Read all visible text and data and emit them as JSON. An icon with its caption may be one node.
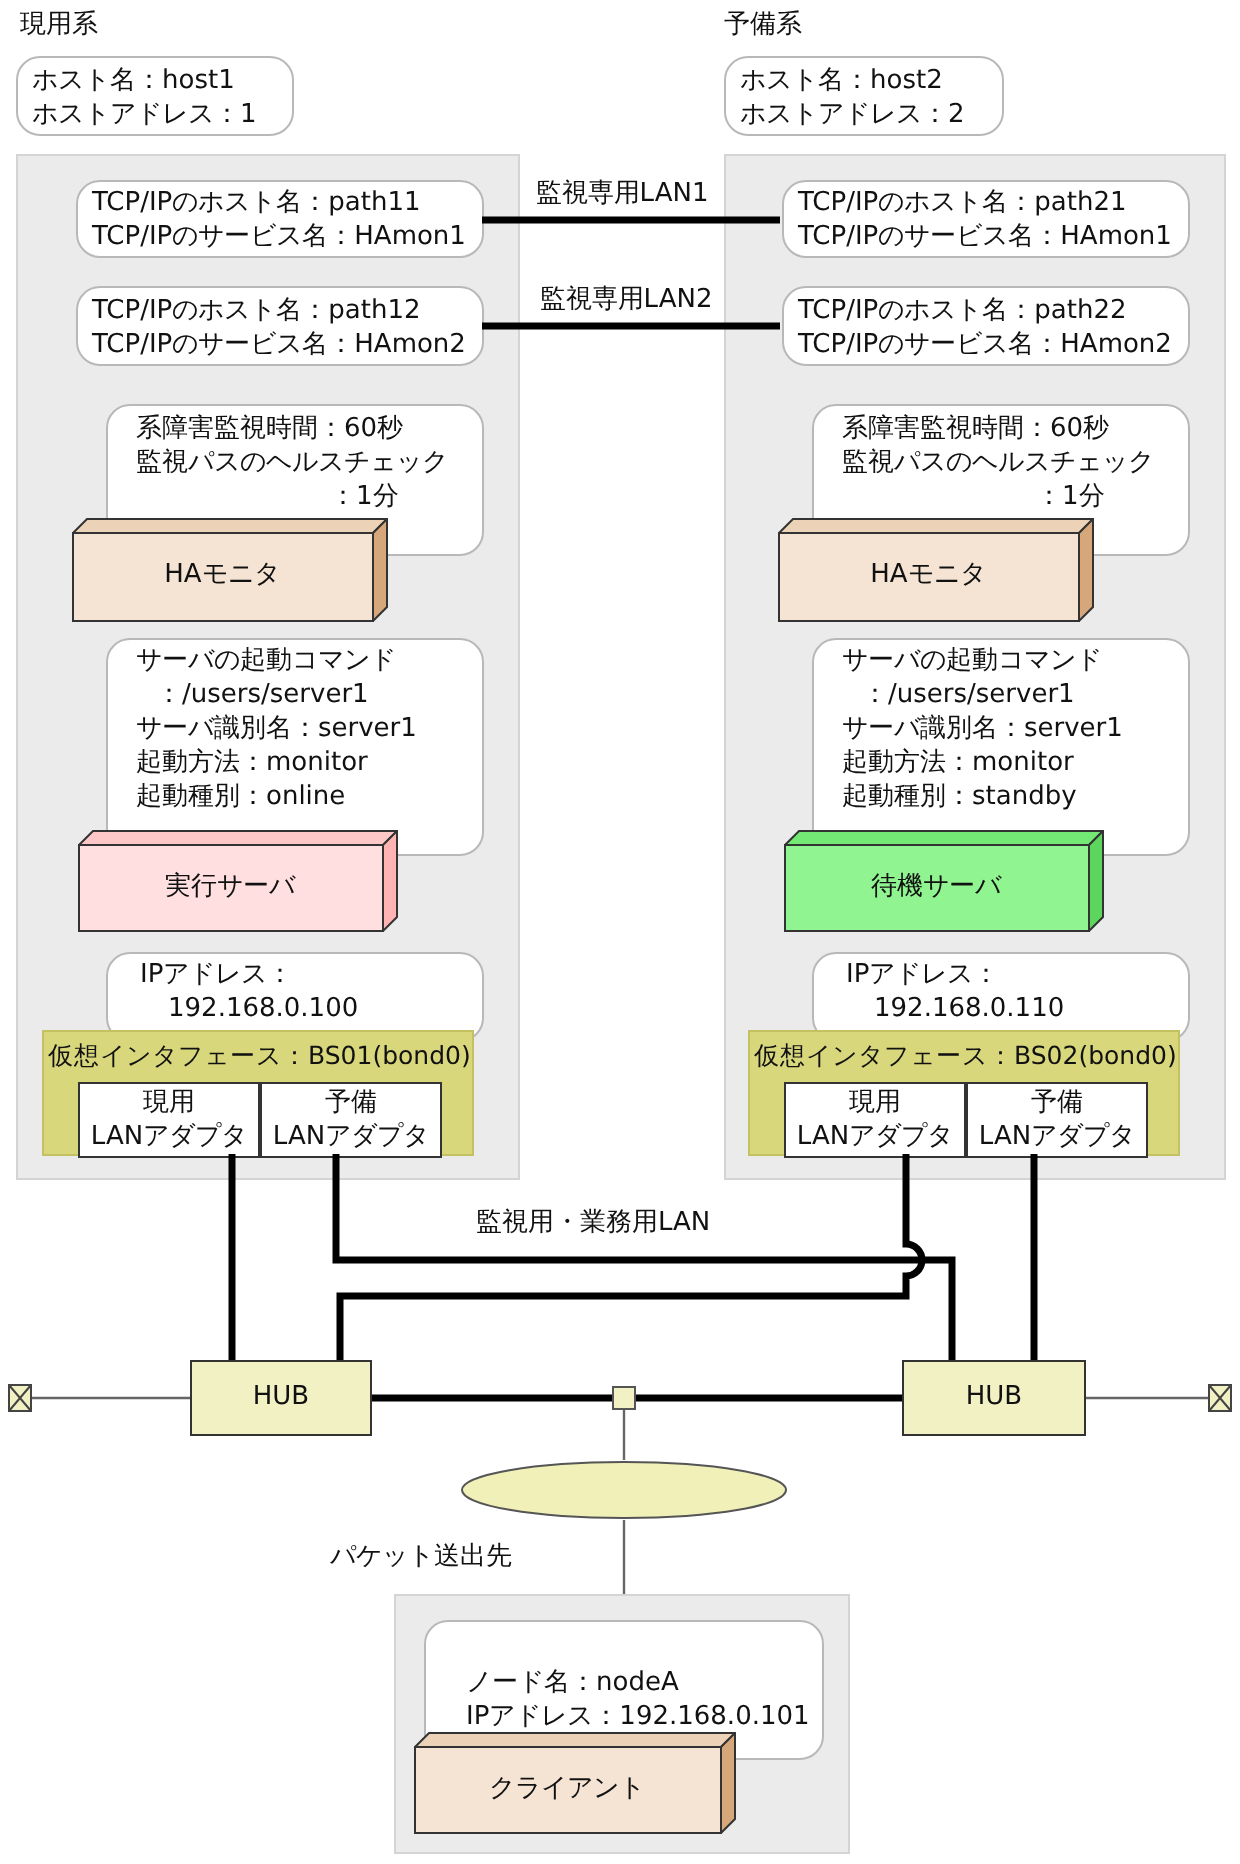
{
  "diagram": {
    "nodes": [
      {
        "text": [
          "ホスト名：host1",
          "ホストアドレス：1"
        ],
        "beside": [
          "現用系"
        ]
      },
      {
        "text": [
          "ホスト名：host2",
          "ホストアドレス：2"
        ],
        "beside": [
          "予備系"
        ]
      },
      {
        "text": [],
        "shape": "box"
      },
      {
        "text": [],
        "shape": "box"
      },
      {
        "text": [
          "TCP/IPのホスト名：path11",
          "TCP/IPのサービス名：HAmon1"
        ],
        "in": 2
      },
      {
        "text": [
          "TCP/IPのホスト名：path12",
          "TCP/IPのサービス名：HAmon2"
        ],
        "in": 2
      },
      {
        "text": [
          "系障害監視時間：60秒",
          "監視パスのヘルスチェック：1分"
        ],
        "in": 2
      },
      {
        "text": [
          "HAモニタ"
        ],
        "in": 2
      },
      {
        "text": [
          "サーバの起動コマンド：/users/server1",
          "サーバ識別名：server1",
          "起動方法：monitor",
          "起動種別：online"
        ],
        "in": 2
      },
      {
        "text": [
          "実行サーバ"
        ],
        "in": 2
      },
      {
        "text": [
          "IPアドレス： 192.168.0.100"
        ],
        "in": 2
      },
      {
        "text": [
          "仮想インタフェース：BS01(bond0)"
        ],
        "in": 2
      },
      {
        "text": [
          "現用 LANアダプタ"
        ],
        "in": 11
      },
      {
        "text": [
          "予備 LANアダプタ"
        ],
        "in": 11
      },
      {
        "text": [
          "TCP/IPのホスト名：path21",
          "TCP/IPのサービス名：HAmon1"
        ],
        "in": 3
      },
      {
        "text": [
          "TCP/IPのホスト名：path22",
          "TCP/IPのサービス名：HAmon2"
        ],
        "in": 3
      },
      {
        "text": [
          "系障害監視時間：60秒",
          "監視パスのヘルスチェック：1分"
        ],
        "in": 3
      },
      {
        "text": [
          "HAモニタ"
        ],
        "in": 3
      },
      {
        "text": [
          "サーバの起動コマンド：/users/server1",
          "サーバ識別名：server1",
          "起動方法：monitor",
          "起動種別：standby"
        ],
        "in": 3
      },
      {
        "text": [
          "待機サーバ"
        ],
        "in": 3
      },
      {
        "text": [
          "IPアドレス： 192.168.0.110"
        ],
        "in": 3
      },
      {
        "text": [
          "仮想インタフェース：BS02(bond0)"
        ],
        "in": 3
      },
      {
        "text": [
          "現用 LANアダプタ"
        ],
        "in": 21
      },
      {
        "text": [
          "予備 LANアダプタ"
        ],
        "in": 21
      },
      {
        "text": [
          "HUB"
        ]
      },
      {
        "text": [
          "HUB"
        ]
      },
      {
        "text": [],
        "shape": "box"
      },
      {
        "text": [],
        "shape": "box"
      },
      {
        "text": [],
        "shape": "box"
      },
      {
        "text": [],
        "shape": "ellipse"
      },
      {
        "text": [
          "パケット送出先"
        ]
      },
      {
        "text": [
          "ノード名：nodeA",
          "IPアドレス：192.168.0.101"
        ],
        "in": 30
      },
      {
        "text": [
          "クライアント"
        ],
        "in": 30
      }
    ],
    "edges": [
      {
        "from": 4,
        "to": 14,
        "arrow": "none",
        "label": "監視専用LAN1"
      },
      {
        "from": 5,
        "to": 15,
        "arrow": "none",
        "label": "監視専用LAN2"
      },
      {
        "from": 12,
        "to": 24,
        "arrow": "none"
      },
      {
        "from": 13,
        "to": 25,
        "arrow": "none"
      },
      {
        "from": 22,
        "to": 24,
        "arrow": "none"
      },
      {
        "from": 23,
        "to": 25,
        "arrow": "none"
      },
      {
        "from": 26,
        "to": 24,
        "arrow": "none",
        "color": "#666666"
      },
      {
        "from": 24,
        "to": 27,
        "arrow": "none"
      },
      {
        "from": 27,
        "to": 25,
        "arrow": "none"
      },
      {
        "from": 25,
        "to": 28,
        "arrow": "none",
        "color": "#666666"
      },
      {
        "from": 27,
        "to": 29,
        "arrow": "none",
        "color": "#666666"
      },
      {
        "from": 29,
        "to": 30,
        "arrow": "none",
        "color": "#666666"
      }
    ],
    "labels": [
      "監視用・業務用LAN"
    ]
  }
}
